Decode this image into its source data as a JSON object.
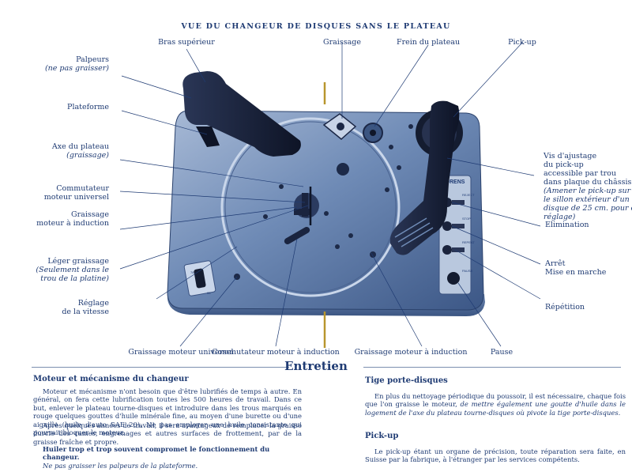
{
  "title": "VUE DU CHANGEUR DE DISQUES SANS LE PLATEAU",
  "labels": {
    "bras_superieur": "Bras supérieur",
    "graissage": "Graissage",
    "frein_plateau": "Frein du plateau",
    "pickup": "Pick-up",
    "palpeurs": "Palpeurs",
    "palpeurs_note": "(ne pas graisser)",
    "plateforme": "Plateforme",
    "axe_plateau": "Axe du plateau",
    "axe_plateau_note": "(graissage)",
    "commutateur_universel_1": "Commutateur",
    "commutateur_universel_2": "moteur universel",
    "graissage_induction_1": "Graissage",
    "graissage_induction_2": "moteur à induction",
    "leger_graissage": "Léger graissage",
    "leger_note_1": "(Seulement dans le",
    "leger_note_2": "trou de la platine)",
    "reglage_1": "Réglage",
    "reglage_2": "de la vitesse",
    "vis_1": "Vis d'ajustage",
    "vis_2": "du pick-up",
    "vis_3": "accessible par trou",
    "vis_4": "dans plaque du châssis",
    "vis_note_1": "(Amener le pick-up sur",
    "vis_note_2": "le sillon extérieur d'un",
    "vis_note_3": "disque de 25 cm. pour ce",
    "vis_note_4": "réglage)",
    "elimination": "Elimination",
    "arret_1": "Arrêt",
    "arret_2": "Mise en marche",
    "repetition": "Répétition",
    "pause": "Pause",
    "bottom_1": "Graissage moteur universel",
    "bottom_2": "Commutateur moteur à induction",
    "bottom_3": "Graissage moteur à induction"
  },
  "device": {
    "brand": "ORENS",
    "speed_marks": [
      "78",
      "33"
    ],
    "buttons": [
      "REJECT",
      "STOP",
      "REPEAT",
      "PAUSE"
    ]
  },
  "section": {
    "title": "Entretien"
  },
  "moteur": {
    "heading": "Moteur et mécanisme du changeur",
    "p1": "Moteur et mécanisme n'ont besoin que d'être lubrifiés de temps à autre. En général, on fera cette lubrification toutes les 500 heures de travail. Dans ce but, enlever le plateau tourne-disques et introduire dans les trous marqués en rouge quelques gouttes d'huile minérale fine, au moyen d'une burette ou d'une aiguille (huile d'auto SAE 20). Ne pas employer une huile consistante qui pourrait bloquer le moteur.",
    "p2": "Après quelques années de travail, il sera avantageux de remplacer la graisse durcie des cames, engrenages et autres surfaces de frottement, par de la graisse fraîche et propre.",
    "warn_bold": "Huiler trop et trop souvent compromet le fonctionnement du changeur.",
    "warn_italic": "Ne pas graisser les palpeurs de la plateforme."
  },
  "tige": {
    "heading": "Tige porte-disques",
    "p1": "En plus du nettoyage périodique du poussoir, il est nécessaire, chaque fois que l'on graisse le moteur,",
    "p1_em": "de mettre également une goutte d'huile dans le logement de l'axe du plateau tourne-disques où pivote la tige porte-disques."
  },
  "pickup": {
    "heading": "Pick-up",
    "p1": "Le pick-up étant un organe de précision, toute réparation sera faite, en Suisse par la fabrique, à l'étranger par les services compétents."
  },
  "colors": {
    "ink": "#1f3b73",
    "plate": "#5d7aa8",
    "plate_light": "#8ea6c9",
    "dark": "#141c30"
  }
}
